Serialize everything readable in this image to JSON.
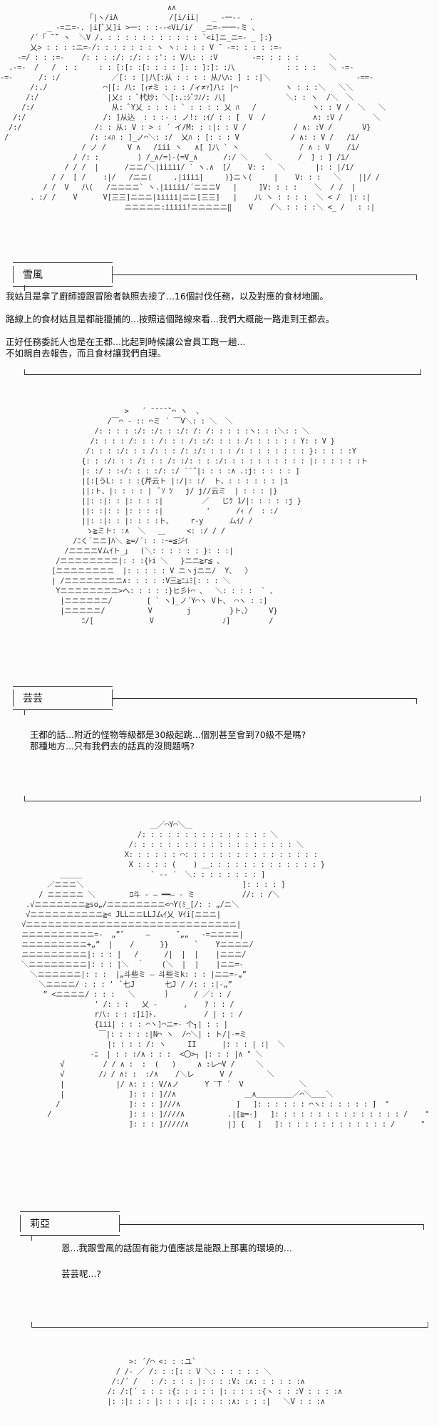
{
  "scenes": [
    {
      "speaker": "雪風",
      "lines": [
        "我姑且是拿了廚師證跟冒險者執照去接了...16個討伐任務，以及對應的食材地圖。",
        "",
        "路線上的食材姑且是都能獵捕的...按照這個路線來看...我們大概能一路走到王都去。",
        "",
        "正好任務委託人也是在王都...比起到時候讓公會員工跑一趟...",
        "不如親自去報告，而且食材讓我們自理。"
      ]
    },
    {
      "speaker": "芸芸",
      "lines": [
        "王都的話...附近的怪物等級都是30級起跳...個別甚至會到70級不是嗎?",
        "那種地方...只有我們去的話真的沒問題嗎?"
      ]
    },
    {
      "speaker": "莉亞",
      "lines": [
        "恩...我跟雪風的話固有能力值應該是能跟上那裏的環境的...",
        "",
        "芸芸呢...?"
      ]
    }
  ],
  "art": {
    "scene1": "                                       ∧∧\n                    「|ヽ/iΛ            /[i/ii|   _ -一‐-  .\n           _ -=ニ=-. |i[ﾞ乂]i >一: : :--<Vi/i/  _ニ=‐一一‐ミ 、\n       /´「 ̄ ̄` ヽ  ＼V /. : : : : : : : : : : : `<i]ニ_ニ=‐ _ ]:}\n       乂> : : : :ニ=-/: : : : : : : ヽ ヽ: : : : V ̄  -=: : : : :=-\n    -=/ : : :=-    /: : : :/: :/: : :': : V八: : :V        -=: : : : :       ＼\n  .-=-  /   /  : :     : : [:[: :[: : : : ]: : ]:]: :八            : : : :   ＼ -=-\n-=-      /: :/            ／[: : [|八[:从 : : : : 从八ﾊ: ] : :|＼                    -==-\n       /:./             ⌒|[: 八: [ｨ≠ミ : : : /ィ≠ｧ]八: |⌒           ヽ : : :＼   ＼＼\n      /:/                |乂: : ﾞ杙炒: ＼[:.:ｼﾞﾂﾉ/: 八|              ＼: : ヽ  /＼  ＼\n     /:/                  从: ﾞY乂 : : : : ` : : : : 乂 ﾊ   /             ヽ: : V /  ＼   ＼\n   /:/                  /: ]从込  : : :‐ : ノ!: :ｲ/ : : [  V  /           ∧: :V /       ＼\n  /:/                 /: : 从: V : > : ´ イ/M: : :|: : V /           / ∧: :V /       V}\n /                   /: :∠ﾊ : ]_ノ⌒＼: :/  乂ﾊ : [: : : V            / ∧: : V /   /i/\n                   / ノ /     V ∧   /iii ヽ   ∧[ ]八 ` ヽ              / ∧ : V    /i/\n                 / /: :         ) /_∧/=)-(=V_∧      /:/ ＼    ＼      /  ] : ] /i/\n               / / /  |      /ニニ/＼|iiiii/ ` ヽ.∧  [/    V: :   ＼       |: : |/i/\n            / /  [ /    :|/   /ニニ(     .|iiii|     )}ニヽ(     |    V: : :   ＼    ||/ /\n          / /  V   八(   /ニニニニ` ヽ.|iiiii/´ニニニV   |     ]V: : : :    ＼  / /  |\n       . :/ /    V      V[三三]ニニニ|iiiii|ニニ[三三]   |    八 ヽ : : : :  ＼ < /  |: :|\n                             ニニニニニ:iiiii!ニニニニニ‖    V    /＼ : : : :＼ <_ /   : :|",
    "scene2": "                             >   ´ ̄ ̄ ̄ ̄ ̄`⌒ ヽ  、\n                         /￣⌒ ‐ :: ⌒ミ ´ ￣V＼: : ＼  ＼\n                      /: : : : :/: :/: : :/: /: /: : : : :ヽ: : :＼: : ＼\n                     /: : : : /: : : /: : : /: :/: : : : /: : : : : : Y: : V }\n                    /: : : :/: : : /: : : /: :/: : : : /: : : : : : : : }: : : : :Y\n                   {: : :/: : : /: : : /: :/: : : :/: : : : : : : : : : |: : : : : :ト\n                   |: :/ : :ｨ/: : : :/: :/ ̄ ̄ ̄´|: : : :∧ .:j: : : : : ]\n                   |[:[うL: : : :{芹云ト |:/|: :/  ト、: : : : : : |i\n                   ||:ト、|: : : : |  ﾞｿ ﾂ   j/ j//云ミ  | : : : |}\n                   ||: :|: : |: : : :|         ／   じｸ 1/|: : : : :j }\n                   ||: :|: : |: : : :|          '      /ｨ /  : :/\n                   ||: :|: : |: : : :ト、    r‐y      ムｲ/ /\n                    ゝ≧ミト: :∧  ＼   ＿     <: :/ / /\n                 /ﾆく´ニニ]ﾊ＼ ≧=/´: : :ｰ=≦ジｲ\n               /ニニニニVムｲト_」  (＼: : : : : : }: : :|\n             /ニニニニニニニニ|: : :{ﾄi ＼   }ニニ≧r≦ 、\n            [ニニニニニニニニ  |: : : : : V ニヽjニニ/  Y、  〉\n            | /ニニニニニニニニ∧: : : : :V三≧ﾆ⊥ﾐ[: : : ＼\n             Yニニニニニニニニ>ヘ: : : : :}ヒ彡ﾄ⌒ 、  ＼: : : :  ` 、\n              |ニニニニニニ/        [ ` ヽ]_ノ´Y⌒ヽ Vト、 ⌒ヽ : :]\n              |ニニニニニ/          V        j         }ト、〉    V}\n                   ﾆ/[             V                ﾉ]         /",
    "scene3": "                                   ＿／⌒Y⌒＼＿\n                                /: : : : : : : : : : : : : : : ＼\n                              /: : : : : : : : : : : : : : : : : : : ＼\n                             X: : : : : : ⌒: : : : : : : : : : : : : : : :\n                              X : : : : (    ) ＿: : : : : : : : : : : : : }\n              ＿＿＿                ` ‐‐ ´  ＼: : : : : : : : ]\n           ／ニニニ＼                                     ]: : : : ]\n         / ニニニニニ ＼        ﾛ斗 ‐ ― ━━― ‐ ミ           //: : /＼\n      .√ニニニニニニニ≧so„/ニニニニニニニニ<⌒Y(ﾐ_[/: : „/ニ＼\n      √ニニニニニニニニニニ≧< JLLニニLLJムｲ乂 Vｲi[ニニニ|\n     √ニニニニニニニニニニニニニニニニニニニニニニニニニニニニニ|\n     ニニニニニニニニニニ=‐  „”″     ―      ″„„   ‐=ニニニニ|\n     ニニニニニニニニニ+„”  |    /      }}      `    Yニニニニ/\n     ニニニニニニニニニ|: : : |   /      /|  |  |    |ニニニ/\n     ＼ニニニニニニニニ|: : : |＼  ｀    (＼  |  |    |ニニ=‐\n       ＼ニニニニニニ|: : :  |„斗些ミ ― 斗些ミk: : : |ニニ=‐„”\n         ＼ニニニニ/ : : : '  ﾞ七J       七J / /: : :|‐„”\n          ” <ニニニニ/ : : :   ＼       ｝     / ／: : /\n                      ' /: : :   乂 ‐      ,    ｱ : : /\n                      r八: : : :]i]ﾄ.           / | : : /\n                      {iii| : : : ⌒ヽ]⌒ニ=‐ 个┐| : : |\n                       ￣|: : : : :|N⌒ ヽ  /⌒＼| : ト/|‐=ミ\n                         |: : : : /: ヽ     II      |: : : | :|  ＼\n                     -ﾆ  | : : :/∧ : : :  <〇>┐ |: : : |∧ ° ＼\n              √         / / ∧ :  :  (   )     ∧ :レ⌒V /     ＼\n              √        /ﾉ / ∧: :  :/∧    /＼レ      V /        ＼\n              |            |/ ∧: : : V/∧ノ      Y ‾T ´  V             ＼\n              |               ]: : : ]//∧                ＿∧＿＿＿＿＿／⌒＼＿＿＼\n             /                ]: : : ]///∧             ]   ]: : : : : : ⌒ヽ: : : : : : ]  ° \n           /                  ]: : : ]////∧          .|[≧=‐]   ]: : : : : : : : : : : : : : : /    °\n                              ]: : : ]/////∧         |] {   ]   ]: : : : : : : : : : : : : /      °",
    "scene4": "                              >: ´/⌒ <: : :ユ`\n                           / /‐ ／ /: : :[: : V ＼: : : : : : ＼\n                          /:/´ /   : /: : : : |: : : :V: :∧: : : : : :∧\n                         /: /:[´ : : : :{: : : : : |: : : : :{ヽ : : :V : : : :∧\n                         |: :|: : : |: : : :|: : : : :∧: : : :|   ＼V : : :∧"
  }
}
